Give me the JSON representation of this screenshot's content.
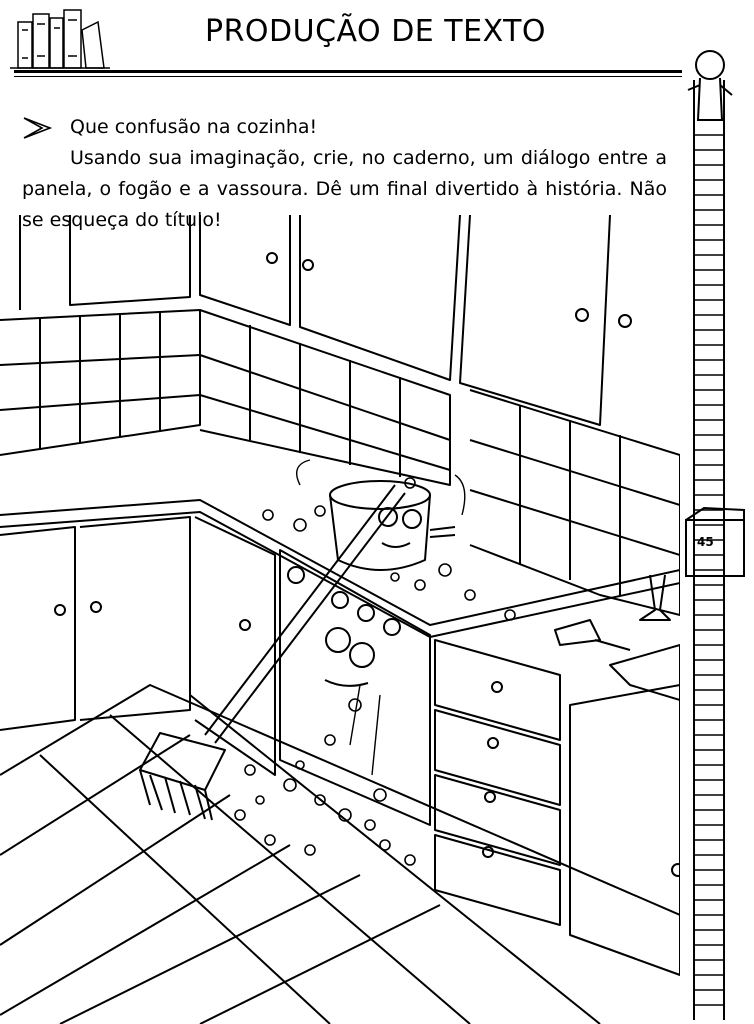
{
  "header": {
    "title": "PRODUÇÃO DE TEXTO",
    "books_icon": "books-icon"
  },
  "instructions": {
    "lead": "Que confusão na cozinha!",
    "paragraph": "Usando sua imaginação, crie, no caderno, um diálogo entre a panela, o fogão e a vassoura. Dê um final divertido à história. Não se esqueça do título!",
    "bullet_icon": "arrow-right-icon"
  },
  "illustration": {
    "scene": "kitchen-illustration",
    "characters": [
      "pot-character",
      "stove-character",
      "broom-character"
    ]
  },
  "margin": {
    "page_number": "45",
    "ladder_icon": "ladder-icon"
  }
}
